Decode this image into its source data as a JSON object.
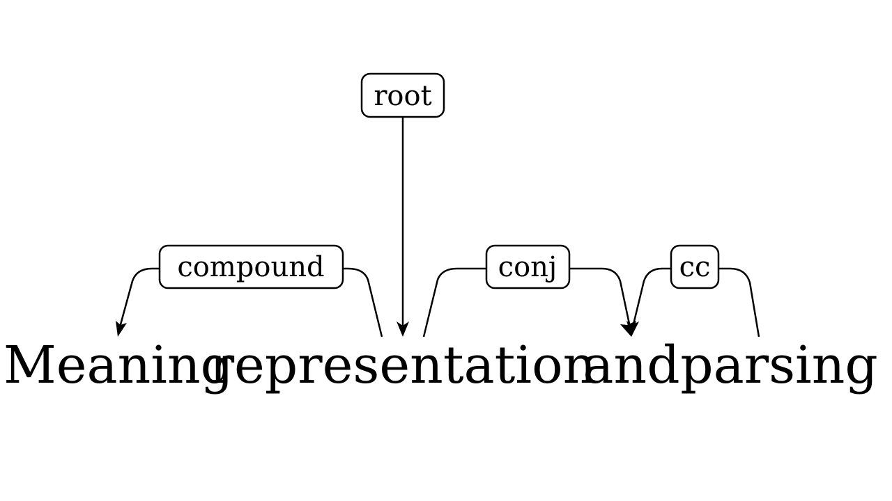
{
  "sentence": {
    "words": [
      "Meaning",
      "representation",
      "and",
      "parsing"
    ]
  },
  "relations": {
    "root": "root",
    "compound": "compound",
    "conj": "conj",
    "cc": "cc"
  },
  "colors": {
    "ink": "#000000",
    "background": "#ffffff"
  }
}
